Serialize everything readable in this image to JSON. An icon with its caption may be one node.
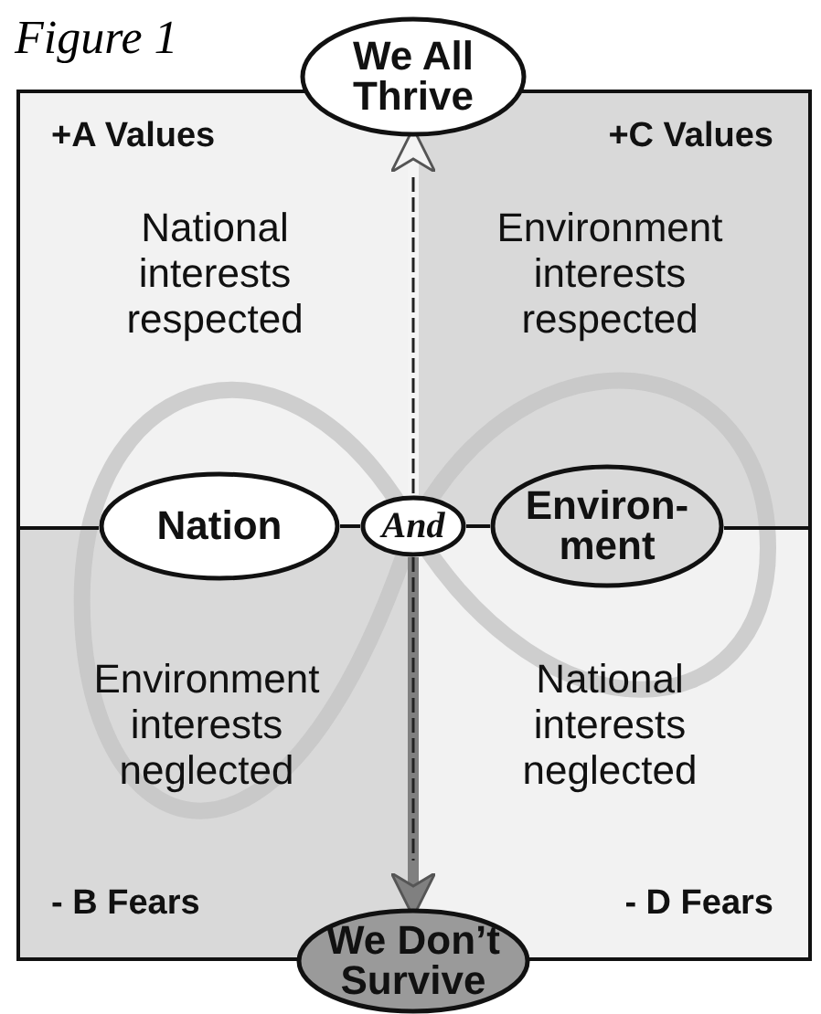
{
  "diagram": {
    "nodes": [
      {
        "text": [
          "We All Thrive"
        ]
      },
      {
        "text": [
          "+A Values",
          "National interests respected"
        ]
      },
      {
        "text": [
          "+C Values",
          "Environment interests respected"
        ]
      },
      {
        "text": [
          "Nation"
        ]
      },
      {
        "text": [
          "And"
        ]
      },
      {
        "text": [
          "Environ- ment"
        ]
      },
      {
        "text": [
          "Environment interests neglected",
          "- B Fears"
        ]
      },
      {
        "text": [
          "National interests neglected",
          "- D Fears"
        ]
      },
      {
        "text": [
          "We Don’t Survive"
        ]
      }
    ],
    "edges": [
      {
        "from": 4,
        "to": 0,
        "arrow": "to",
        "style": "thick",
        "color": "#f4f4f4"
      },
      {
        "from": 4,
        "to": 8,
        "arrow": "to",
        "style": "thick",
        "color": "#808080"
      },
      {
        "from": 3,
        "to": 4,
        "arrow": "none"
      },
      {
        "from": 4,
        "to": 5,
        "arrow": "none"
      }
    ],
    "labels": [
      "Figure 1"
    ]
  }
}
